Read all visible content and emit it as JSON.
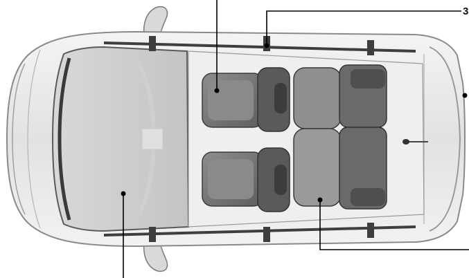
{
  "figure": {
    "subject": "vehicle-top-view",
    "callouts": [
      {
        "id": "front-seat",
        "label": ""
      },
      {
        "id": "b-pillar",
        "label": "3"
      },
      {
        "id": "rear-side",
        "label": ""
      },
      {
        "id": "rear-seat",
        "label": ""
      },
      {
        "id": "windshield",
        "label": ""
      }
    ]
  },
  "colors": {
    "body": "#e8e8e8",
    "outline": "#8a8a8a",
    "glass": "#bdbdbd",
    "seat": "#6e6e6e",
    "seat_light": "#9c9c9c",
    "leader": "#000000"
  }
}
